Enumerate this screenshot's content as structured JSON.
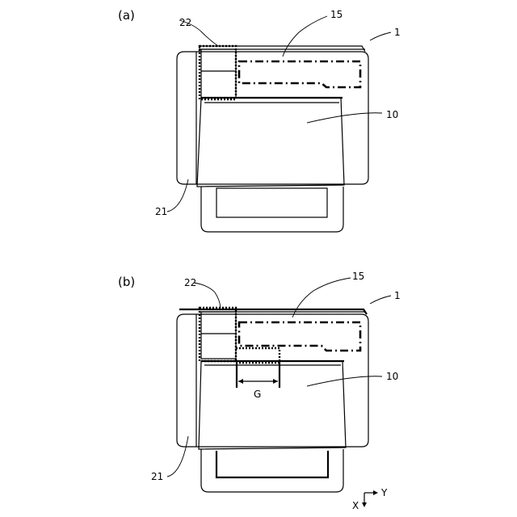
{
  "figure_a": {
    "panel_label": "(a)",
    "labels": {
      "ref_22": "22",
      "ref_15": "15",
      "ref_1": "1",
      "ref_10": "10",
      "ref_21": "21"
    }
  },
  "figure_b": {
    "panel_label": "(b)",
    "labels": {
      "ref_22": "22",
      "ref_15": "15",
      "ref_1": "1",
      "ref_10": "10",
      "ref_21": "21",
      "gap": "G"
    }
  },
  "axes": {
    "y_label": "Y",
    "x_label": "X"
  }
}
